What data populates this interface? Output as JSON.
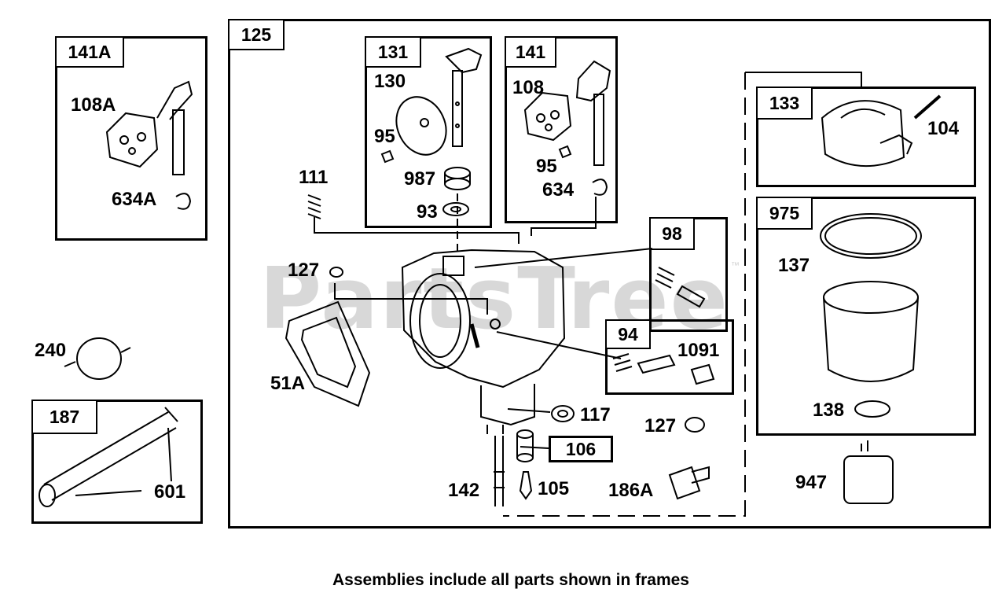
{
  "watermark": {
    "text": "PartsTree",
    "mark": "™"
  },
  "caption": "Assemblies include all parts shown in frames",
  "frames": {
    "f125": "125",
    "f141a": "141A",
    "f131": "131",
    "f141": "141",
    "f133": "133",
    "f975": "975",
    "f98": "98",
    "f94": "94",
    "f187": "187",
    "f106": "106"
  },
  "parts": {
    "p108a": "108A",
    "p634a": "634A",
    "p130": "130",
    "p95a": "95",
    "p987": "987",
    "p93": "93",
    "p108": "108",
    "p95b": "95",
    "p634": "634",
    "p111": "111",
    "p104": "104",
    "p137": "137",
    "p138": "138",
    "p947": "947",
    "p127a": "127",
    "p51a": "51A",
    "p1091": "1091",
    "p117": "117",
    "p127b": "127",
    "p186a": "186A",
    "p142": "142",
    "p105": "105",
    "p240": "240",
    "p601": "601"
  }
}
